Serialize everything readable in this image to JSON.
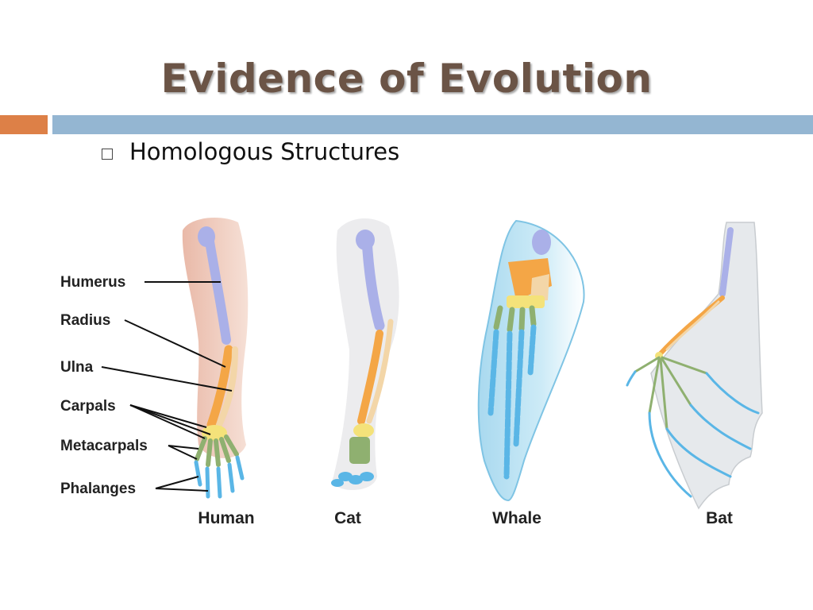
{
  "slide": {
    "title": "Evidence of Evolution",
    "bullet": "Homologous Structures"
  },
  "diagram": {
    "bone_labels": [
      "Humerus",
      "Radius",
      "Ulna",
      "Carpals",
      "Metacarpals",
      "Phalanges"
    ],
    "animals": [
      "Human",
      "Cat",
      "Whale",
      "Bat"
    ]
  },
  "colors": {
    "title": "#6b5446",
    "accent_orange": "#dd8047",
    "accent_blue": "#94b6d2",
    "humerus": "#aab0e8",
    "radius": "#f4a646",
    "ulna": "#f3d6a8",
    "carpals": "#f4e27a",
    "metacarpals": "#8fb070",
    "phalanges": "#5ab6e6"
  }
}
